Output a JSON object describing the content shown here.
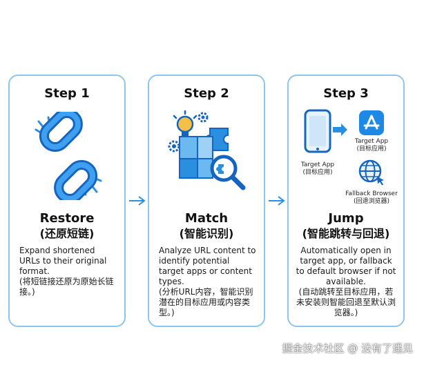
{
  "steps": [
    {
      "title": "Step 1",
      "heading_en": "Restore",
      "heading_zh": "(还原短链)",
      "desc_en": "Expand shortened URLs to their original format.",
      "desc_zh": "(将短链接还原为原始长链接。)"
    },
    {
      "title": "Step 2",
      "heading_en": "Match",
      "heading_zh": "(智能识别)",
      "desc_en": "Analyze URL content to identify potential target apps or content types.",
      "desc_zh": "(分析URL内容，智能识别潜在的目标应用或内容类型。)"
    },
    {
      "title": "Step 3",
      "heading_en": "Jump",
      "heading_zh": "(智能跳转与回退)",
      "desc_en": "Automatically open in target app, or fallback to default browser if not available.",
      "desc_zh": "(自动跳转至目标应用，若未安装则智能回退至默认浏览器。)",
      "icons": {
        "phone_label_en": "Target App",
        "phone_label_zh": "(目标应用)",
        "app_label_en": "Target App",
        "app_label_zh": "(目标应用)",
        "browser_label_en": "Fallback Browser",
        "browser_label_zh": "(回退浏览器)"
      }
    }
  ],
  "watermark": "掘金技术社区 @ 没有了遇见",
  "colors": {
    "card_border": "#8ec5ee",
    "accent_blue": "#2b8fe0",
    "dark_blue": "#1565c0"
  }
}
